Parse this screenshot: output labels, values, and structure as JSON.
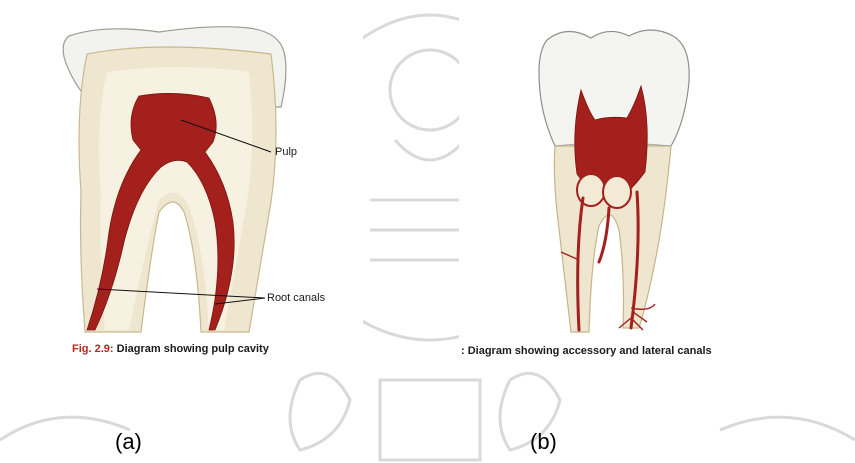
{
  "panel_a": {
    "labels": {
      "pulp": "Pulp",
      "root_canals": "Root canals"
    },
    "caption": {
      "fig": "Fig. 2.9:",
      "text": "Diagram showing pulp cavity"
    },
    "sublabel": "(a)"
  },
  "panel_b": {
    "caption": ": Diagram showing accessory and lateral canals",
    "sublabel": "(b)"
  },
  "colors": {
    "enamel": "#f2f2ee",
    "dentin": "#efe6cf",
    "pulp": "#a3201c",
    "watermark": "#d9d9d9",
    "figure_number": "#b8261c"
  },
  "icons": {
    "watermark": "temple-seal-watermark"
  }
}
